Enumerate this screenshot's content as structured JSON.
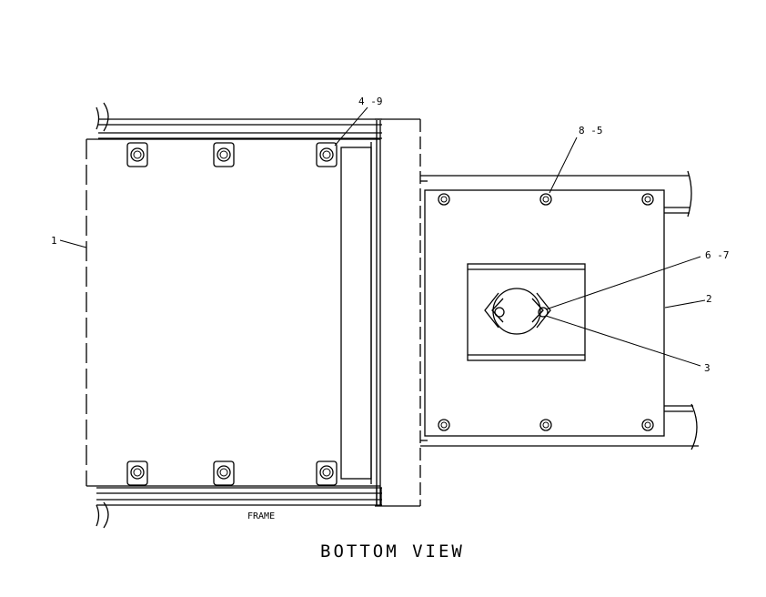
{
  "diagram": {
    "title": "BOTTOM VIEW",
    "frame_label": "FRAME",
    "callouts": {
      "c1": "1",
      "c2": "2",
      "c3": "3",
      "c4_9": "4 -9",
      "c6_7": "6 -7",
      "c8_5": "8 -5"
    }
  },
  "colors": {
    "ink": "#000000",
    "paper": "#ffffff"
  }
}
